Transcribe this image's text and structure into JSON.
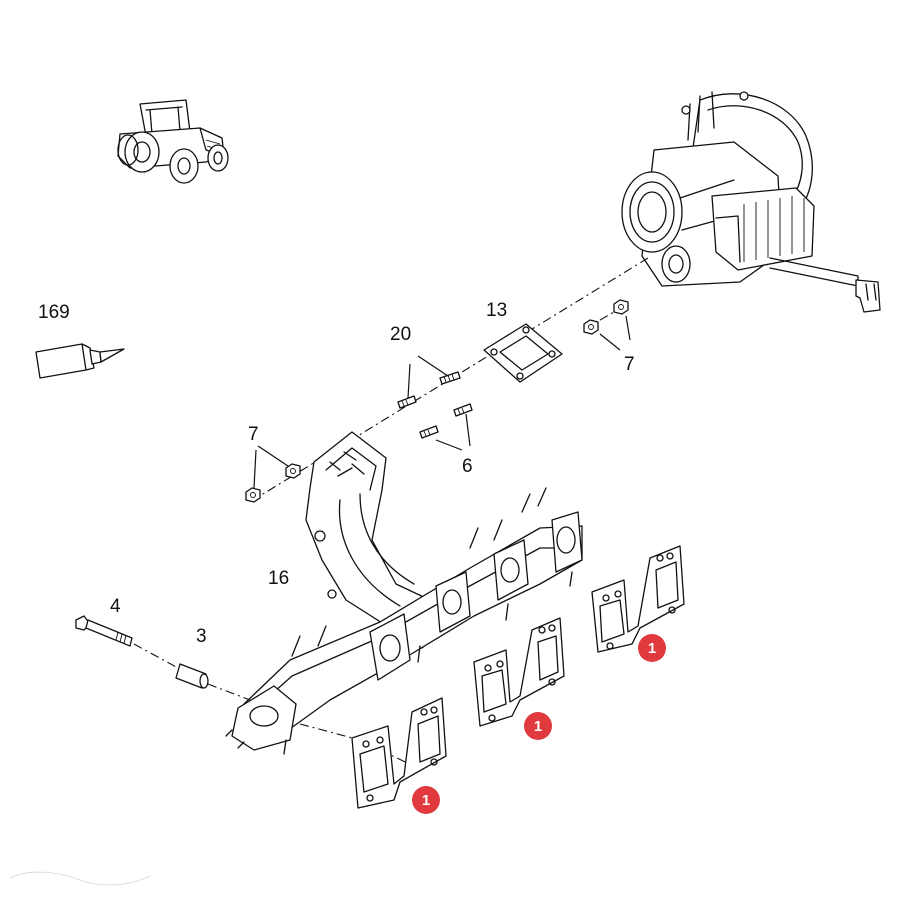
{
  "labels": {
    "sealant": "169",
    "flange_gasket": "13",
    "studs_upper": "20",
    "nuts_right": "7",
    "nuts_left": "7",
    "studs_lower": "6",
    "manifold": "16",
    "bolt": "4",
    "spacer": "3"
  },
  "badges": {
    "gasket_front": "1",
    "gasket_middle": "1",
    "gasket_rear": "1"
  },
  "colors": {
    "badge": "#e03a3e",
    "line": "#111111"
  },
  "icons": {
    "tractor": "tractor-icon",
    "sealant_tube": "sealant-tube-icon",
    "turbocharger": "turbocharger-icon"
  }
}
